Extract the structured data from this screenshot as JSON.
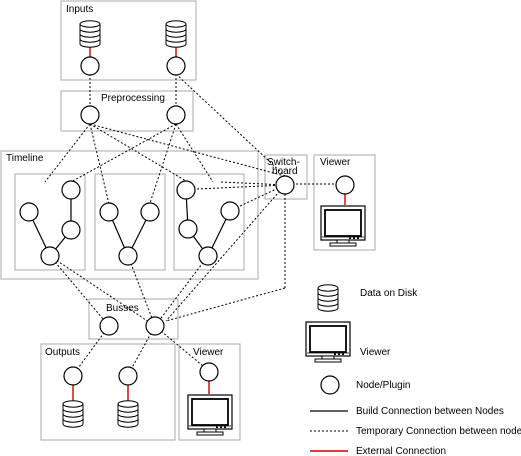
{
  "groups": {
    "inputs": "Inputs",
    "preprocessing": "Preprocessing",
    "timeline": "Timeline",
    "switchboard_line1": "Switch-",
    "switchboard_line2": "board",
    "viewer_top": "Viewer",
    "busses": "Busses",
    "outputs": "Outputs",
    "viewer_bottom": "Viewer"
  },
  "legend": {
    "data_on_disk": "Data on Disk",
    "viewer": "Viewer",
    "node_plugin": "Node/Plugin",
    "build_connection": "Build Connection between Nodes",
    "temporary_connection": "Temporary Connection between node",
    "external_connection": "External Connection"
  },
  "colors": {
    "external_connection": "#cc0000",
    "group_border": "#a8a8a8",
    "line": "#000000"
  },
  "icons": [
    "database-icon",
    "monitor-icon",
    "node-icon"
  ]
}
